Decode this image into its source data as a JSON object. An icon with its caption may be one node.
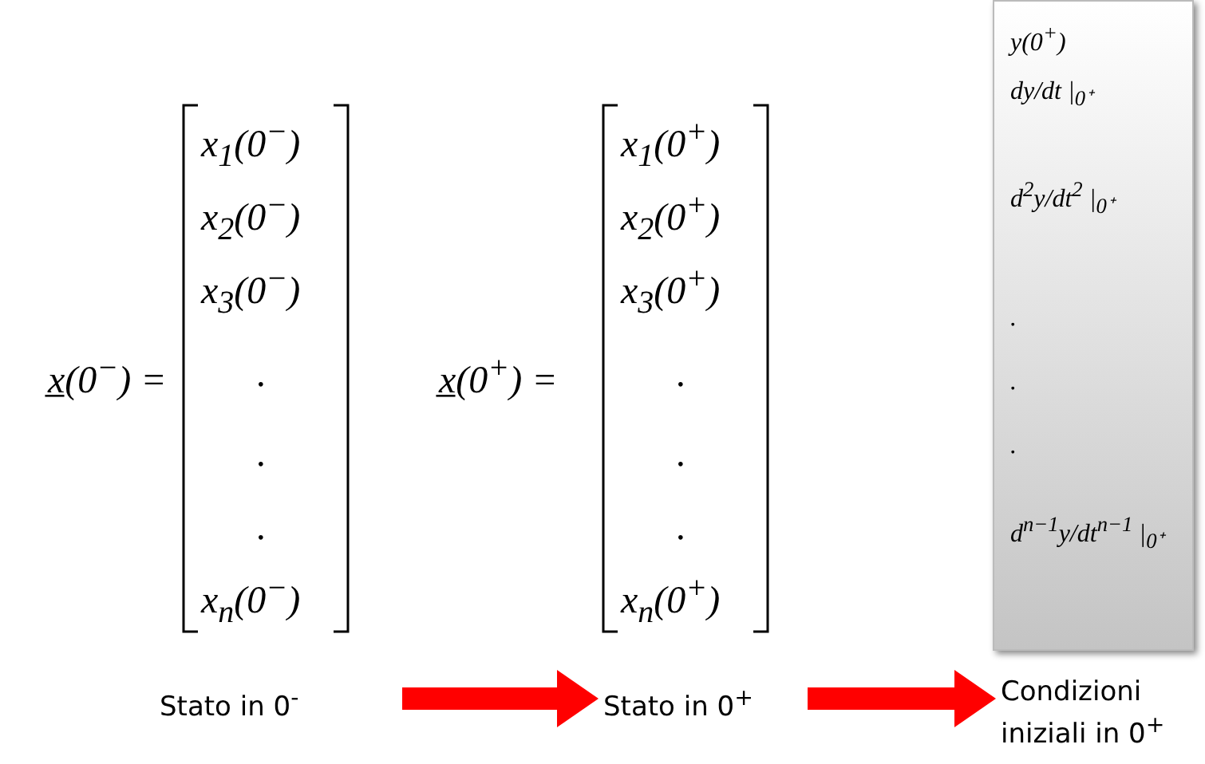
{
  "diagram": {
    "nodes": [
      {
        "text": [
          "Stato in 0$^{-}$"
        ]
      },
      {
        "text": [
          "Stato in 0$^{+}$"
        ]
      },
      {
        "text": [
          "Condizioni iniziali in 0$^{+}$"
        ]
      },
      {
        "text": [
          "y(0$^{+}$)",
          "dy/dt |$_{0⁺}$",
          "d$^{2}$y/dt$^{2}$ |$_{0⁺}$",
          ".",
          ".",
          ".",
          "d$^{n−1}$y/dt$^{n−1}$ |$_{0⁺}$"
        ]
      }
    ],
    "edges": [
      {
        "from": 0,
        "to": 1,
        "arrow": "to"
      },
      {
        "from": 1,
        "to": 2,
        "arrow": "to"
      }
    ],
    "labels": [
      "x̲(0$^{−}$) =",
      "x$_{1}$(0$^{−}$)",
      "x$_{2}$(0$^{−}$)",
      "x$_{3}$(0$^{−}$)",
      ".",
      ".",
      ".",
      "x$_{n}$(0$^{−}$)",
      "x̲(0$^{+}$) =",
      "x$_{1}$(0$^{+}$)",
      "x$_{2}$(0$^{+}$)",
      "x$_{3}$(0$^{+}$)",
      ".",
      ".",
      ".",
      "x$_{n}$(0$^{+}$)"
    ]
  }
}
